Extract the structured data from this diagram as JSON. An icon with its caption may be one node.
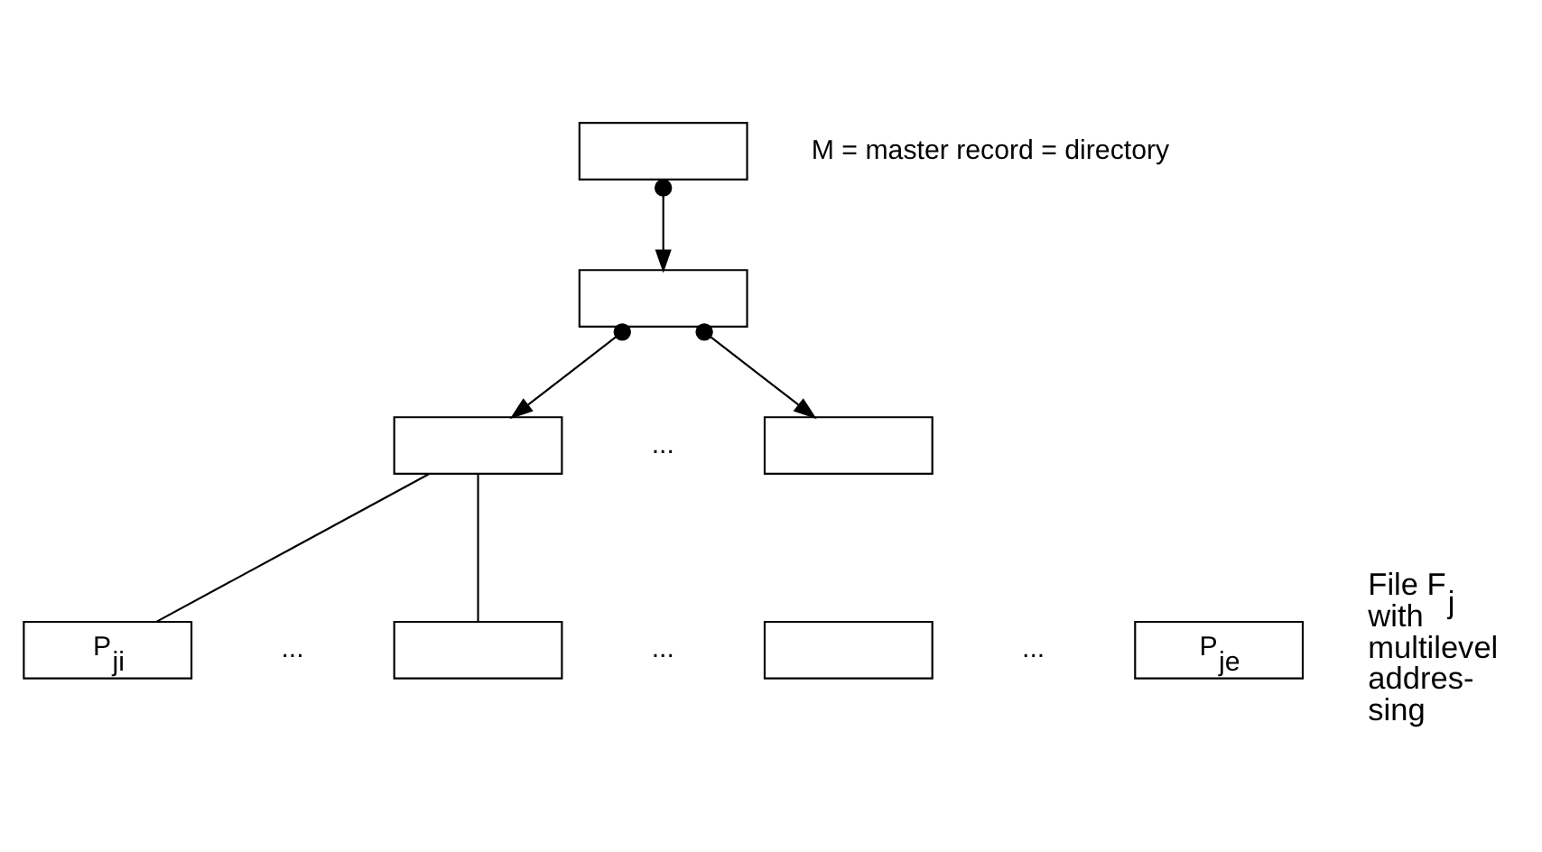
{
  "diagram": {
    "nodes": [
      {
        "text": [],
        "shape": "box"
      },
      {
        "text": [],
        "shape": "box"
      },
      {
        "text": [],
        "shape": "box"
      },
      {
        "text": [],
        "shape": "box"
      },
      {
        "text": [
          "P$_{ji}$"
        ]
      },
      {
        "text": [],
        "shape": "box"
      },
      {
        "text": [],
        "shape": "box"
      },
      {
        "text": [
          "P$_{je}$"
        ]
      }
    ],
    "edges": [
      {
        "from": 0,
        "to": 1,
        "arrow": "to"
      },
      {
        "from": 1,
        "to": 2,
        "arrow": "to"
      },
      {
        "from": 1,
        "to": 3,
        "arrow": "to"
      },
      {
        "from": 2,
        "to": 4,
        "arrow": "none"
      },
      {
        "from": 2,
        "to": 5,
        "arrow": "none"
      }
    ],
    "labels": [
      "M = master record = directory",
      "...",
      "...",
      "...",
      "...",
      "File F$_{j}$ with multilevel addres- sing"
    ]
  }
}
